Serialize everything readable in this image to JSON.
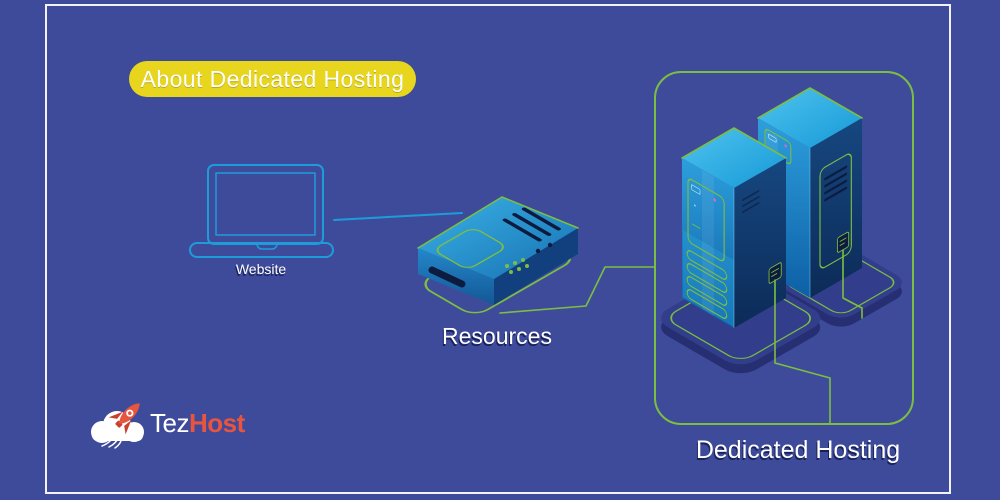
{
  "palette": {
    "background": "#3E4B9B",
    "frame-border": "#F2F3FA",
    "badge-yellow": "#E8D51D",
    "accent-green": "#7DBE42",
    "line-cyan": "#1E9CD9",
    "ink-dark": "#0D1B3F",
    "text-shadow-navy": "#141C50",
    "logo-orange": "#E8553E",
    "server-top-blue": "#3FB6E8",
    "server-front-blue": "#2D9FDC",
    "server-side-navy": "#133E76",
    "platform-blue": "#323E8C"
  },
  "badge": {
    "label": "About Dedicated Hosting"
  },
  "labels": {
    "website": "Website",
    "resources": "Resources",
    "dedicated_hosting": "Dedicated Hosting"
  },
  "logo": {
    "name": "TezHost",
    "part1": "Tez",
    "part2": "Host"
  }
}
